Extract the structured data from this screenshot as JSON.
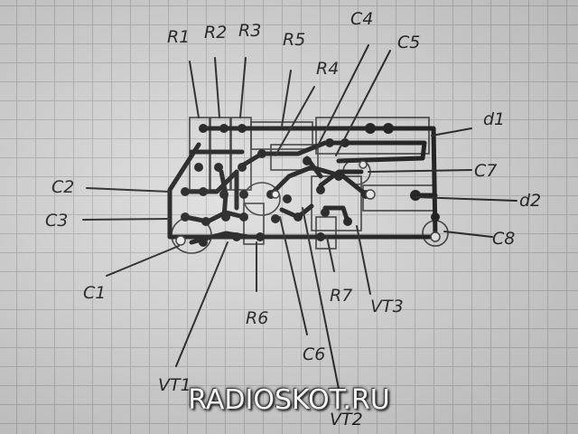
{
  "labels": {
    "R1": "R1",
    "R2": "R2",
    "R3": "R3",
    "R4": "R4",
    "R5": "R5",
    "R6": "R6",
    "R7": "R7",
    "C1": "C1",
    "C2": "C2",
    "C3": "C3",
    "C4": "C4",
    "C5": "C5",
    "C6": "C6",
    "C7": "C7",
    "C8": "C8",
    "d1": "d1",
    "d2": "d2",
    "VT1": "VT1",
    "VT2": "VT2",
    "VT3": "VT3"
  },
  "watermark": "RADIOSKOT.RU",
  "colors": {
    "ink": "#111111",
    "paper": "#dcdcdc",
    "watermark_text": "#f4f4f4"
  }
}
